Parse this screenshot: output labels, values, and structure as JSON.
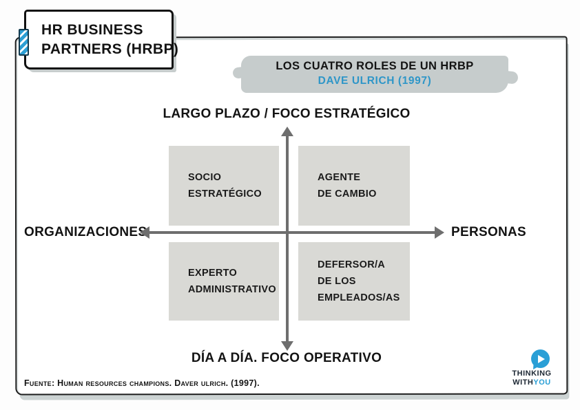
{
  "title_box": {
    "line1": "HR BUSINESS",
    "line2": "PARTNERS (HRBP)"
  },
  "banner": {
    "line1": "LOS CUATRO ROLES DE UN HRBP",
    "line2": "DAVE ULRICH (1997)",
    "accent_color": "#2e96c8",
    "bg_color": "#c6cccc"
  },
  "matrix": {
    "axis_top": "LARGO PLAZO / FOCO ESTRATÉGICO",
    "axis_bottom": "DÍA A DÍA. FOCO OPERATIVO",
    "axis_left": "ORGANIZACIONES",
    "axis_right": "PERSONAS",
    "arrow_color": "#6e6e6e",
    "quadrant_bg_color": "#d9d9d5",
    "quadrants": [
      {
        "id": "top-left",
        "lines": [
          "SOCIO",
          "ESTRATÉGICO"
        ]
      },
      {
        "id": "top-right",
        "lines": [
          "AGENTE",
          "DE CAMBIO"
        ]
      },
      {
        "id": "bottom-left",
        "lines": [
          "EXPERTO",
          "ADMINISTRATIVO"
        ]
      },
      {
        "id": "bottom-right",
        "lines": [
          "DEFERSOR/A",
          "DE LOS",
          "EMPLEADOS/AS"
        ]
      }
    ]
  },
  "footer": {
    "source": "Fuente: Human resources champions. Daver ulrich. (1997)."
  },
  "logo": {
    "line1": "THINKING",
    "line2_prefix": "WITH",
    "line2_suffix": "YOU",
    "blue": "#2a9fd6"
  }
}
